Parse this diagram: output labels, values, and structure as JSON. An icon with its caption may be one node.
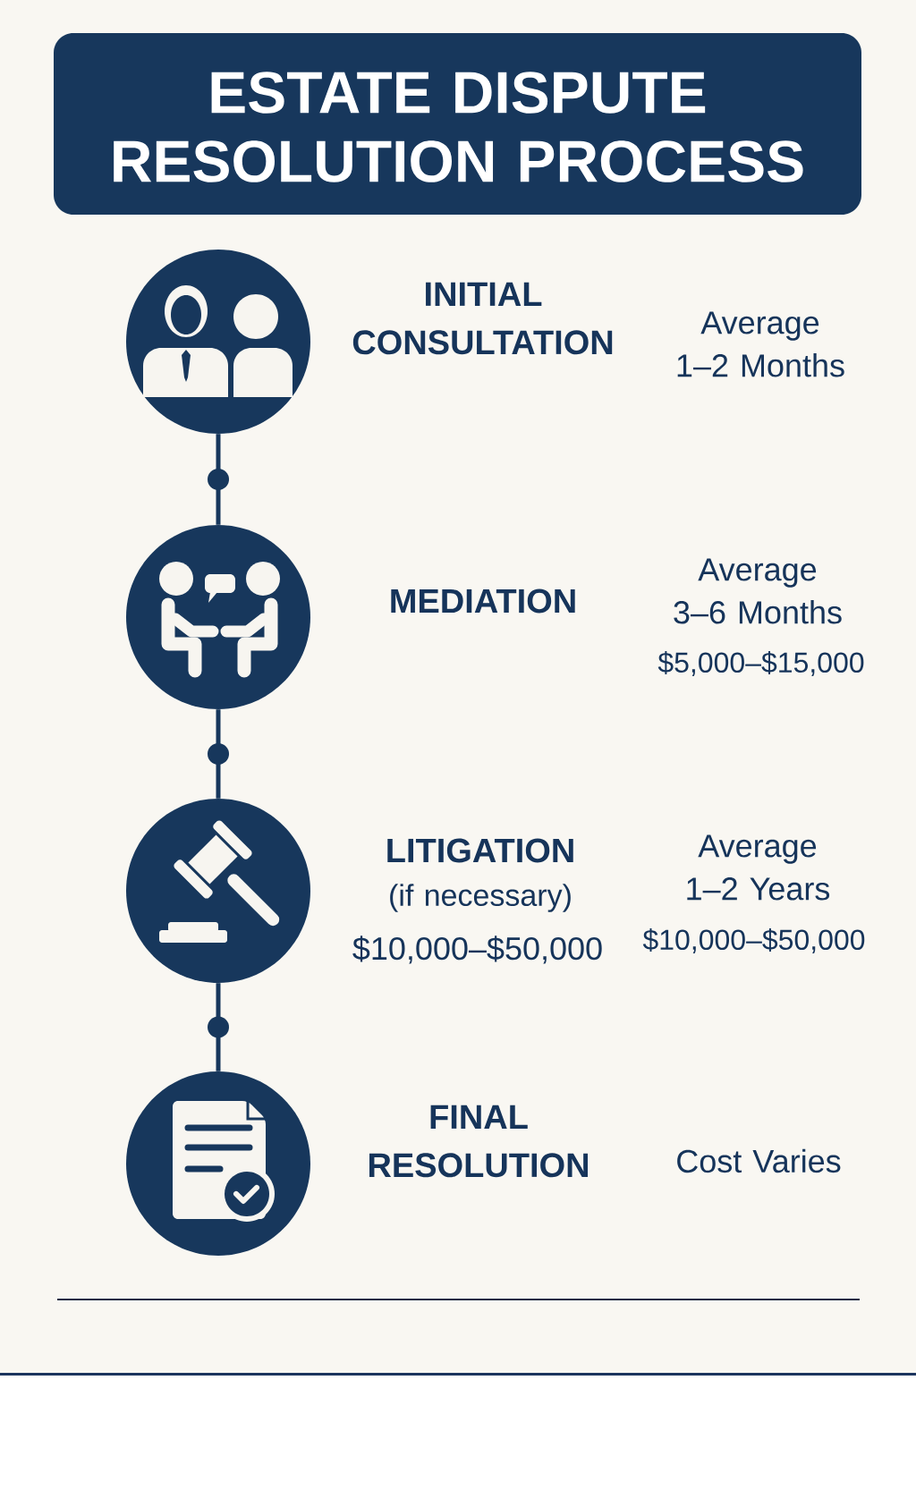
{
  "diagram": {
    "title": "ESTATE DISPUTE RESOLUTION PROCESS",
    "nodes": [
      {
        "text": [],
        "shape": "circle",
        "beside": [
          "INITIAL CONSULTATION",
          "Average 1–2 Months"
        ]
      },
      {
        "text": [],
        "shape": "circle",
        "beside": [
          "MEDIATION",
          "Average 3–6 Months",
          "$5,000–$15,000"
        ]
      },
      {
        "text": [],
        "shape": "circle",
        "beside": [
          "LITIGATION",
          "(if necessary)",
          "$10,000–$50,000",
          "Average 1–2 Years",
          "$10,000–$50,000"
        ]
      },
      {
        "text": [],
        "shape": "circle",
        "beside": [
          "FINAL RESOLUTION",
          "Cost Varies"
        ]
      }
    ],
    "edges": [
      {
        "from": 0,
        "to": 1,
        "arrow": "none"
      },
      {
        "from": 1,
        "to": 2,
        "arrow": "none"
      },
      {
        "from": 2,
        "to": 3,
        "arrow": "none"
      }
    ]
  }
}
